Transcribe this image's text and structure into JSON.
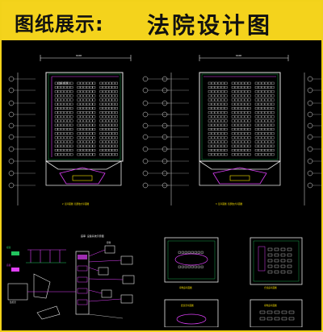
{
  "banner": {
    "left_text": "图纸展示:",
    "right_text": "法院设计图"
  },
  "plans": {
    "left_title": "2 层平面图 局部放大平面图",
    "right_title": "3 层平面图 局部放大平面图",
    "dim_top": "8400",
    "room_note": "法庭(局部)"
  },
  "small_plans": {
    "a_title": "审判庭平面图",
    "b_title": "合议庭平面图",
    "c_title": "会议室平面图",
    "d_title": "审判庭平面图"
  },
  "system": {
    "title": "庭审 设备系统示意图",
    "labels": [
      "视频",
      "音频",
      "控制",
      "监控室"
    ]
  },
  "colors": {
    "background": "#000000",
    "banner": "#f4d31c",
    "cad_white": "#e8e8e8",
    "cad_green": "#22c55e",
    "cad_magenta": "#e040fb",
    "cad_red": "#ff3030",
    "cad_yellow": "#ffe600"
  }
}
